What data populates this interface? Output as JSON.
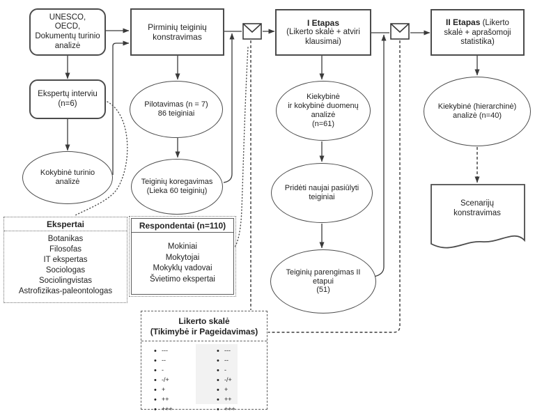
{
  "colors": {
    "stroke": "#3a3a3a",
    "box_border": "#4b4b4b",
    "likert_shade_bg": "#f2f2f2",
    "text": "#222222"
  },
  "icons": {
    "envelope": "✉"
  },
  "nodes": {
    "sources": "UNESCO,\nOECD,\nDokumentų turinio\nanalizė",
    "expert_interview": "Ekspertų interviu\n(n=6)",
    "qualitative_content_analysis": "Kokybinė turinio\nanalizė",
    "statement_construction": "Pirminių teiginių\nkonstravimas",
    "piloting": "Pilotavimas (n = 7)\n86 teiginiai",
    "statement_correction": "Teiginių koregavimas\n(Lieka 60 teiginių)",
    "stage1_title": "I Etapas",
    "stage1_subtitle": "(Likerto skalė + atviri\nklausimai)",
    "mixed_data_analysis": "Kiekybinė\nir kokybinė duomenų\nanalizė\n(n=61)",
    "new_proposed_statements": "Pridėti naujai pasiūlyti\nteiginiai",
    "stage2_preparation": "Teiginių parengimas II\netapui\n(51)",
    "stage2_title": "II Etapas",
    "stage2_subtitle": " (Likerto skalė + aprašomoji statistika)",
    "hierarchical_analysis": "Kiekybinė (hierarchinė)\nanalizė (n=40)",
    "scenario_construction": "Scenarijų\nkonstravimas"
  },
  "experts_box": {
    "title": "Ekspertai",
    "items": [
      "Botanikas",
      "Filosofas",
      "IT ekspertas",
      "Sociologas",
      "Sociolingvistas",
      "Astrofizikas-paleontologas"
    ]
  },
  "respondents_box": {
    "title": "Respondentai (n=110)",
    "items": [
      "Mokiniai",
      "Mokytojai",
      "Mokyklų vadovai",
      "Švietimo ekspertai"
    ]
  },
  "likert_box": {
    "title": "Likerto skalė\n(Tikimybė ir Pageidavimas)",
    "items": [
      "---",
      "--",
      "-",
      "-/+",
      "+",
      "++",
      "+++"
    ]
  }
}
